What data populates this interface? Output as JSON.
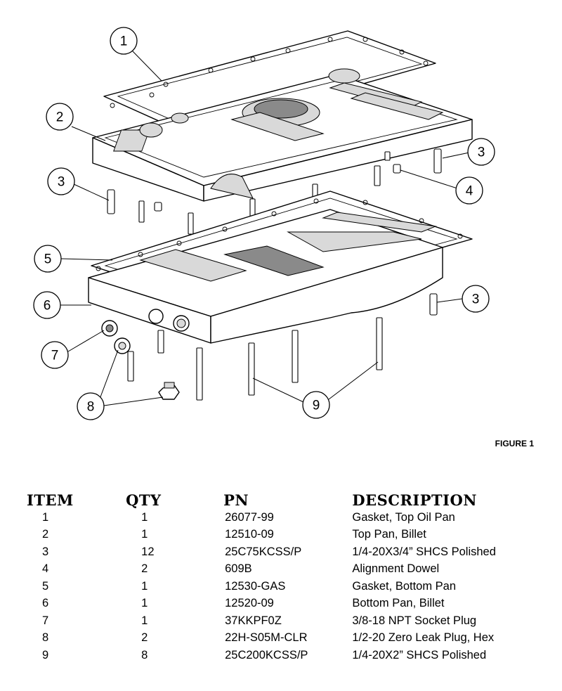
{
  "figure_label": "FIGURE 1",
  "callouts": [
    {
      "number": "1",
      "label": "Gasket, Top Oil Pan"
    },
    {
      "number": "2",
      "label": "Top Pan, Billet"
    },
    {
      "number": "3",
      "label": "1/4-20X3/4” SHCS Polished"
    },
    {
      "number": "4",
      "label": "Alignment Dowel"
    },
    {
      "number": "5",
      "label": "Gasket, Bottom Pan"
    },
    {
      "number": "6",
      "label": "Bottom Pan, Billet"
    },
    {
      "number": "7",
      "label": "3/8-18 NPT Socket Plug"
    },
    {
      "number": "8",
      "label": "1/2-20 Zero Leak Plug, Hex"
    },
    {
      "number": "9",
      "label": "1/4-20X2” SHCS Polished"
    }
  ],
  "table": {
    "headers": {
      "item": "ITEM",
      "qty": "QTY",
      "pn": "PN",
      "description": "DESCRIPTION"
    },
    "rows": [
      {
        "item": "1",
        "qty": "1",
        "pn": "26077-99",
        "description": "Gasket, Top Oil Pan"
      },
      {
        "item": "2",
        "qty": "1",
        "pn": "12510-09",
        "description": "Top Pan, Billet"
      },
      {
        "item": "3",
        "qty": "12",
        "pn": "25C75KCSS/P",
        "description": "1/4-20X3/4” SHCS Polished"
      },
      {
        "item": "4",
        "qty": "2",
        "pn": "609B",
        "description": "Alignment Dowel"
      },
      {
        "item": "5",
        "qty": "1",
        "pn": "12530-GAS",
        "description": "Gasket, Bottom Pan"
      },
      {
        "item": "6",
        "qty": "1",
        "pn": "12520-09",
        "description": "Bottom Pan, Billet"
      },
      {
        "item": "7",
        "qty": "1",
        "pn": "37KKPF0Z",
        "description": "3/8-18 NPT Socket Plug"
      },
      {
        "item": "8",
        "qty": "2",
        "pn": "22H-S05M-CLR",
        "description": "1/2-20 Zero Leak Plug, Hex"
      },
      {
        "item": "9",
        "qty": "8",
        "pn": "25C200KCSS/P",
        "description": "1/4-20X2” SHCS Polished"
      }
    ]
  }
}
